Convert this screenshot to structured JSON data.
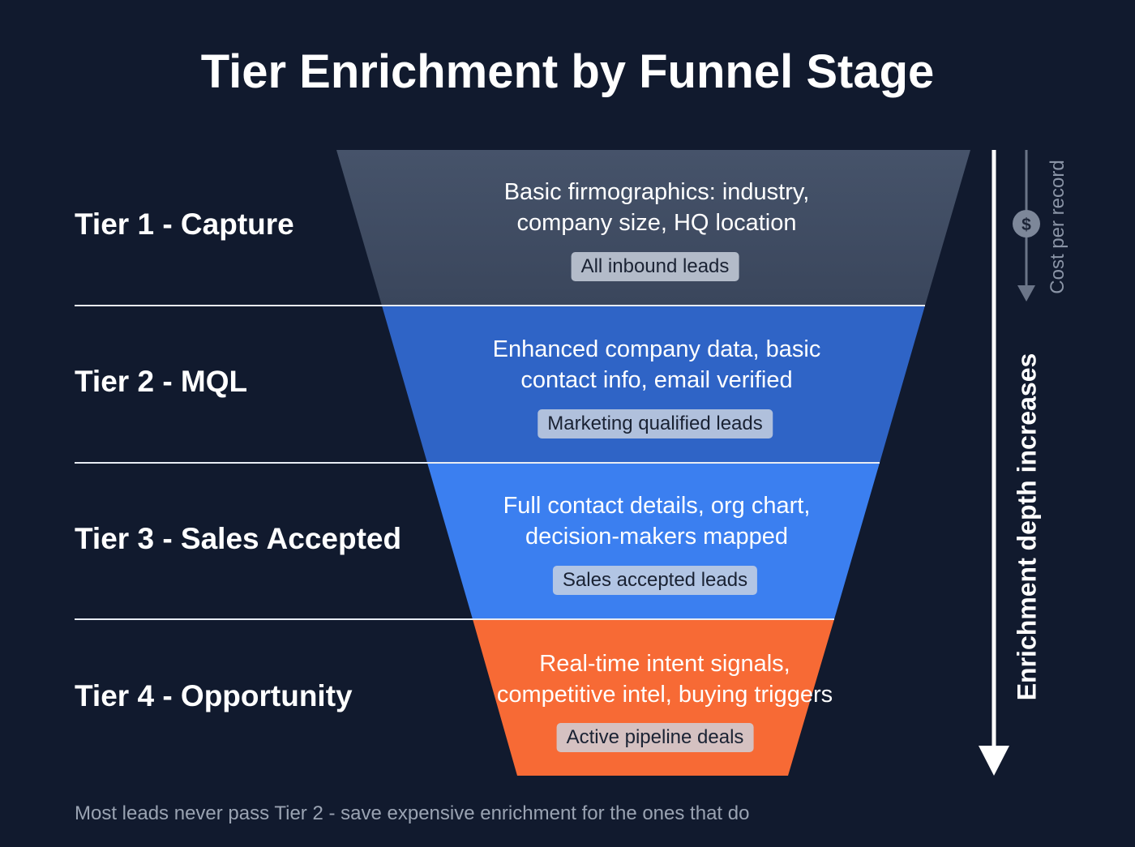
{
  "title": "Tier Enrichment by Funnel Stage",
  "tiers": [
    {
      "label": "Tier 1 - Capture",
      "description": [
        "Basic firmographics: industry,",
        "company size, HQ location"
      ],
      "badge": "All inbound leads",
      "color": "#3e4b62"
    },
    {
      "label": "Tier 2 - MQL",
      "description": [
        "Enhanced company data, basic",
        "contact info, email verified"
      ],
      "badge": "Marketing qualified leads",
      "color": "#2f64c6"
    },
    {
      "label": "Tier 3 - Sales Accepted",
      "description": [
        "Full contact details, org chart,",
        "decision-makers mapped"
      ],
      "badge": "Sales accepted leads",
      "color": "#3b7ff0"
    },
    {
      "label": "Tier 4 - Opportunity",
      "description": [
        "Real-time intent signals,",
        "competitive intel, buying triggers"
      ],
      "badge": "Active pipeline deals",
      "color": "#f76a35"
    }
  ],
  "depth_axis_label": "Enrichment depth increases",
  "cost_axis_label": "Cost per record",
  "cost_icon": "$",
  "footnote": "Most leads never pass Tier 2 - save expensive enrichment for the ones that do"
}
